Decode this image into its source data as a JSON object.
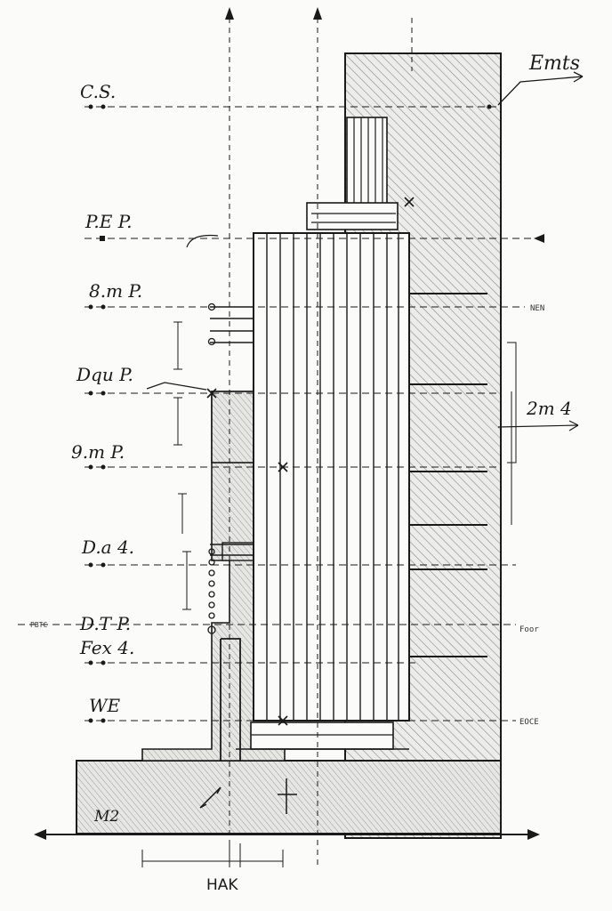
{
  "top_right_note": "Emts",
  "right_note": "2m 4",
  "bottom_left_note": "M2",
  "bottom_dim_label": "HAK",
  "left_levels": [
    {
      "text": "C.S."
    },
    {
      "text": "P.E P."
    },
    {
      "text": "8.m P."
    },
    {
      "text": "Dqu P."
    },
    {
      "text": "9.m P."
    },
    {
      "text": "D.a 4."
    },
    {
      "text": "D.T P."
    },
    {
      "text": "Fex 4."
    },
    {
      "text": "WE"
    }
  ],
  "right_small_tags": [
    {
      "text": "NEN"
    },
    {
      "text": "Foor"
    },
    {
      "text": "EOCE"
    }
  ],
  "left_small_tag": "PBTC",
  "colors": {
    "ink": "#1a1a1a",
    "hatch": "#6b6b6b",
    "paper": "#fbfbf9"
  }
}
